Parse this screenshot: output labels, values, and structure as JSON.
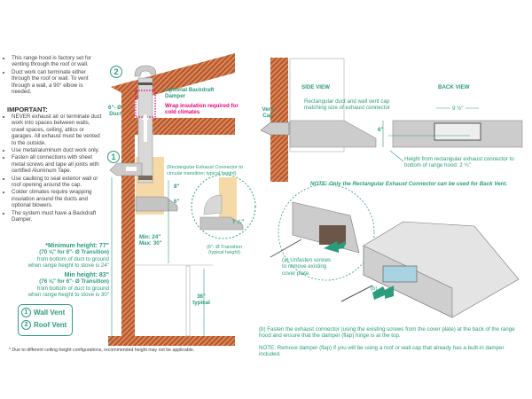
{
  "intro_bullets": [
    "This range hood is factory set for venting through the roof or wall.",
    "Duct work can terminate either through the roof or wall. To vent through a wall, a 90° elbow is needed."
  ],
  "important_heading": "IMPORTANT:",
  "important_bullets": [
    "NEVER exhaust air or terminate duct work into spaces between walls, crawl spaces, ceiling, attics or garages. All exhaust must be vented to the outside.",
    "Use metal/aluminum duct work only.",
    "Fasten all connections with sheet metal screws and tape all joints with certified Aluminum Tape.",
    "Use caulking to seal exterior wall or roof opening around the cap.",
    "Colder climates require wrapping insulation around the ducts and optional blowers.",
    "The system must have a Backdraft Damper."
  ],
  "heights": [
    {
      "title": "*Minimum height: 77\"",
      "sub": "(70 ⅝\" for 6\"- Ø Transition)",
      "note1": "from bottom of duct to ground",
      "note2": "when range height to stove is 24\""
    },
    {
      "title": "Min height: 83\"",
      "sub": "(76 ⅝\" for 6\"- Ø Transition)",
      "note1": "from bottom of duct to ground",
      "note2": "when range height to stove is 30\""
    }
  ],
  "legend": [
    {
      "num": "1",
      "label": "Wall Vent"
    },
    {
      "num": "2",
      "label": "Roof Vent"
    }
  ],
  "footnote": "* Due to different ceiling height configurations, recommended height may not be applicable.",
  "main_diagram": {
    "marker_roof": "2",
    "marker_wall": "1",
    "damper_label": "Optional Backdraft Damper",
    "insulation_label": "Wrap insulation required for cold climates",
    "duct_label": "6\"- Ø Duct",
    "connector_label": "(Rectangular Exhaust Connector to circular transition; typical height)",
    "dim_8": "8\"",
    "dim_6": "6\"",
    "dim_detail": "7 ⅝\"",
    "detail_label": "(6\"- Ø Transition (typical height)",
    "min_max": "Min: 24\" Max: 30\"",
    "typical": "36\" typical"
  },
  "side_view": {
    "title": "SIDE VIEW",
    "vent_cap": "Vent Cap",
    "duct_note": "Rectangular duct and wall vent cap matching size of exhaust connector",
    "dim_6": "6\""
  },
  "back_view": {
    "title": "BACK VIEW",
    "width": "9 ½\"",
    "height_note": "Height from rectangular exhaust connector to bottom of range hood: 2 ¾\""
  },
  "back_vent_note": "NOTE: Only the Rectangular Exhaust Connector can be used for Back Vent.",
  "assembly": {
    "step_a": "(a) Unfasten screws to remove existing cover plate.",
    "step_b_marker": "(b)",
    "step_b": "(b) Fasten the exhaust connector (using the existing screws from the cover plate) at the back of the range hood and ensure that the damper (flap) hinge is at the top.",
    "note": "NOTE: Remove damper (flap) if you will be using a roof or wall cap that already has a built-in damper included."
  },
  "colors": {
    "accent": "#2a9d7c",
    "warning": "#e6007e",
    "brick": "#b9592e",
    "cabinet": "#f5d9a6",
    "metal": "#c4c4c4"
  }
}
